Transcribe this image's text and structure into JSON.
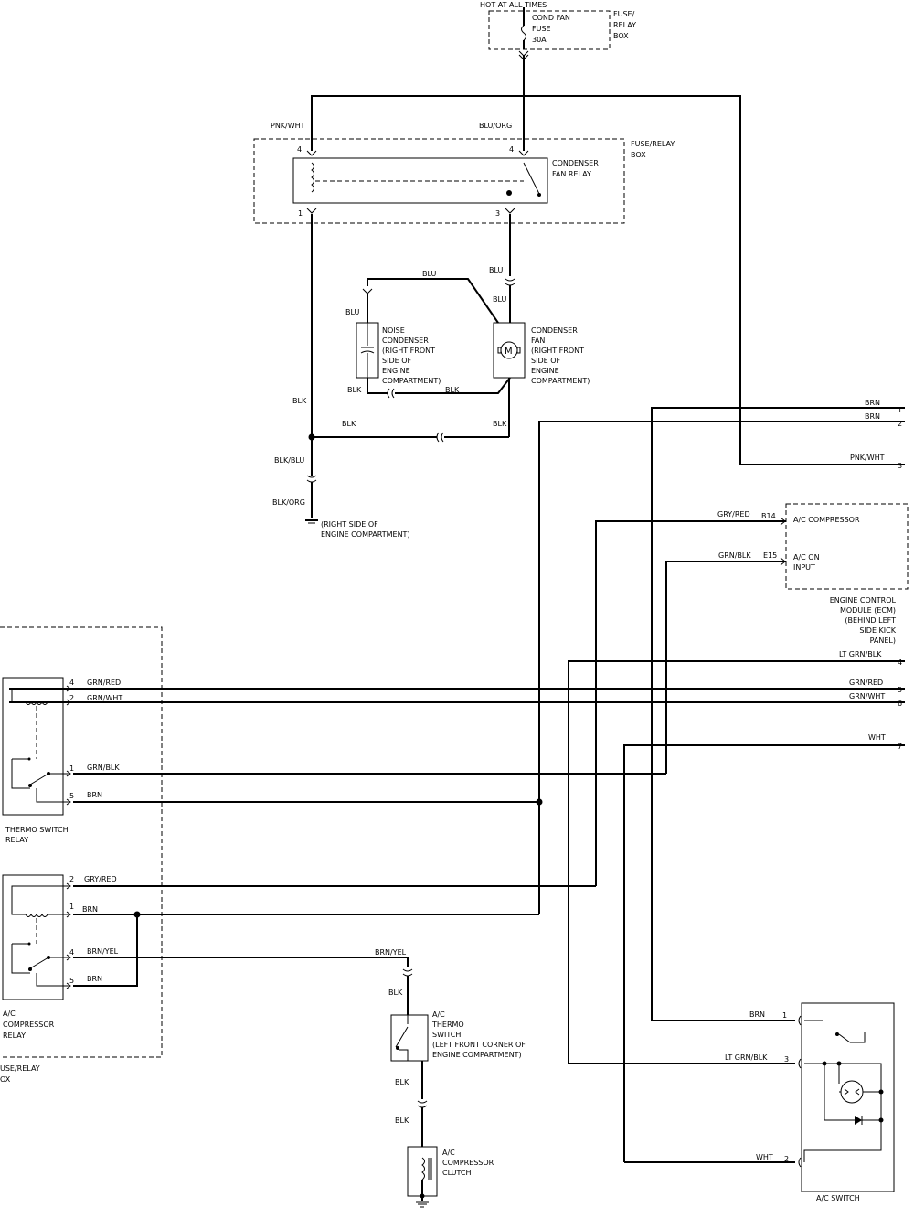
{
  "fuse": {
    "hot": "HOT AT ALL TIMES",
    "name": [
      "COND FAN",
      "FUSE",
      "30A"
    ],
    "box": [
      "FUSE/",
      "RELAY",
      "BOX"
    ]
  },
  "relay_box": {
    "box": [
      "FUSE/RELAY",
      "BOX"
    ],
    "relay": [
      "CONDENSER",
      "FAN RELAY"
    ],
    "pins": [
      "4",
      "4",
      "1",
      "3"
    ]
  },
  "wires": {
    "pnk_wht": "PNK/WHT",
    "blu_org": "BLU/ORG",
    "blu": "BLU",
    "blk": "BLK",
    "blk_blu": "BLK/BLU",
    "blk_org": "BLK/ORG"
  },
  "noise_condenser": [
    "NOISE",
    "CONDENSER",
    "(RIGHT FRONT",
    "SIDE OF",
    "ENGINE",
    "COMPARTMENT)"
  ],
  "condenser_fan": [
    "CONDENSER",
    "FAN",
    "(RIGHT FRONT",
    "SIDE OF",
    "ENGINE",
    "COMPARTMENT)"
  ],
  "motor_symbol": "M",
  "ground": [
    "(RIGHT SIDE OF",
    "ENGINE COMPARTMENT)"
  ],
  "right_side": [
    {
      "wire": "BRN",
      "pin": "1"
    },
    {
      "wire": "BRN",
      "pin": "2"
    },
    {
      "wire": "PNK/WHT",
      "pin": "3"
    },
    {
      "wire": "LT GRN/BLK",
      "pin": "4"
    },
    {
      "wire": "GRN/RED",
      "pin": "5"
    },
    {
      "wire": "GRN/WHT",
      "pin": "6"
    },
    {
      "wire": "WHT",
      "pin": "7"
    }
  ],
  "ecm": {
    "pins": [
      {
        "wire": "GRY/RED",
        "pin": "B14",
        "label": "A/C COMPRESSOR"
      },
      {
        "wire": "GRN/BLK",
        "pin": "E15",
        "label": "A/C ON"
      }
    ],
    "input": "INPUT",
    "name": [
      "ENGINE CONTROL",
      "MODULE (ECM)",
      "(BEHIND LEFT",
      "SIDE KICK",
      "PANEL)"
    ]
  },
  "thermo_relay": {
    "pins": [
      {
        "pin": "4",
        "wire": "GRN/RED"
      },
      {
        "pin": "2",
        "wire": "GRN/WHT"
      },
      {
        "pin": "1",
        "wire": "GRN/BLK"
      },
      {
        "pin": "5",
        "wire": "BRN"
      }
    ],
    "name": [
      "THERMO SWITCH",
      "RELAY"
    ]
  },
  "comp_relay": {
    "pins": [
      {
        "pin": "2",
        "wire": "GRY/RED"
      },
      {
        "pin": "1",
        "wire": "BRN"
      },
      {
        "pin": "4",
        "wire": "BRN/YEL"
      },
      {
        "pin": "5",
        "wire": "BRN"
      }
    ],
    "name": [
      "A/C",
      "COMPRESSOR",
      "RELAY"
    ]
  },
  "left_box": [
    "USE/RELAY",
    "OX"
  ],
  "thermo_switch": {
    "wire_in": "BRN/YEL",
    "name": [
      "A/C",
      "THERMO",
      "SWITCH",
      "(LEFT FRONT CORNER OF",
      "ENGINE COMPARTMENT)"
    ]
  },
  "clutch": [
    "A/C",
    "COMPRESSOR",
    "CLUTCH"
  ],
  "ac_switch": {
    "pins": [
      {
        "wire": "BRN",
        "pin": "1"
      },
      {
        "wire": "LT GRN/BLK",
        "pin": "3"
      },
      {
        "wire": "WHT",
        "pin": "2"
      }
    ],
    "name": "A/C SWITCH"
  }
}
